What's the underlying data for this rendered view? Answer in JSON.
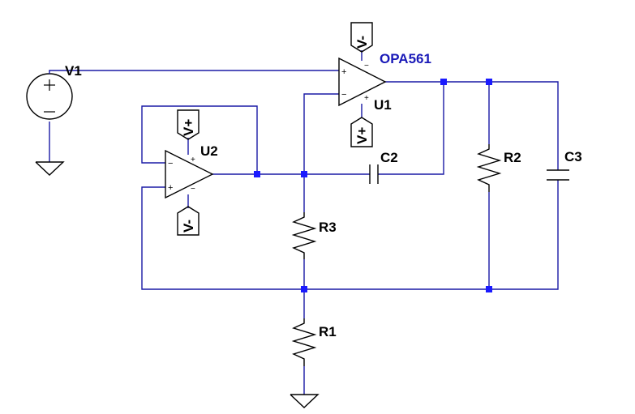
{
  "components": {
    "v1": "V1",
    "u1": "U1",
    "u2": "U2",
    "opamp_model": "OPA561",
    "r1": "R1",
    "r2": "R2",
    "r3": "R3",
    "c2": "C2",
    "c3": "C3"
  },
  "flags": {
    "u1_top": "V-",
    "u1_bottom": "V+",
    "u2_top": "V+",
    "u2_bottom": "V-"
  },
  "pins": {
    "plus": "+",
    "minus": "−"
  },
  "colors": {
    "wire": "#1a1aa6",
    "node": "#1a1aff",
    "model_label": "#1a1ab8"
  }
}
